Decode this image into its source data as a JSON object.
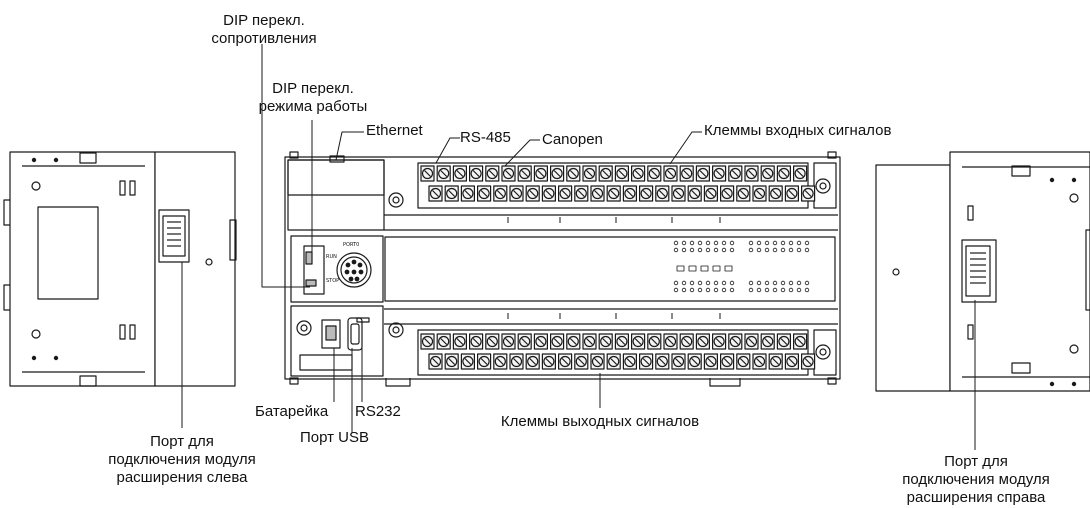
{
  "labels": {
    "dip_resistance_line1": "DIP перекл.",
    "dip_resistance_line2": "сопротивления",
    "dip_mode_line1": "DIP перекл.",
    "dip_mode_line2": "режима работы",
    "ethernet": "Ethernet",
    "rs485": "RS-485",
    "canopen": "Canopen",
    "input_terminals": "Клеммы входных сигналов",
    "battery": "Батарейка",
    "rs232": "RS232",
    "usb_port": "Порт USB",
    "output_terminals": "Клеммы выходных сигналов",
    "left_port_line1": "Порт для",
    "left_port_line2": "подключения модуля",
    "left_port_line3": "расширения слева",
    "right_port_line1": "Порт для",
    "right_port_line2": "подключения модуля",
    "right_port_line3": "расширения справа"
  },
  "device_markings": {
    "port_label": "PORT0",
    "run": "RUN",
    "stop": "STOP"
  },
  "colors": {
    "line": "#1a1a1a",
    "fill": "#ffffff",
    "terminal_fill": "#f4f4f4"
  }
}
